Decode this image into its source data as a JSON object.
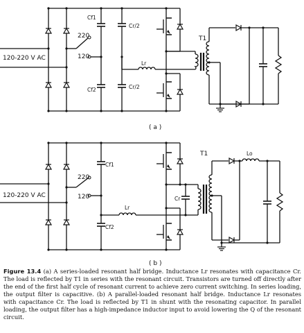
{
  "diagram": {
    "input_label": "120-220 V AC",
    "tap_220": "220",
    "tap_120": "120",
    "cf1": "Cf1",
    "cf2": "Cf2",
    "cr_half": "Cr/2",
    "lr": "Lr",
    "t1": "T1",
    "cr": "Cr",
    "lo": "Lo",
    "sub_a": "( a )",
    "sub_b": "( b )"
  },
  "caption": {
    "fig_label": "Figure 13.4",
    "text": "(a) A series-loaded resonant half bridge. Inductance Lr resonates with capacitance Cr. The load is reflected by T1 in series with the resonant circuit. Transistors are turned off directly after the end of the first half cycle of resonant current to achieve zero current switching. In series loading, the output filter is capacitive. (b) A parallel-loaded resonant half bridge. Inductance Lr resonates with capacitance Cr. The load is reflected by T1 in shunt with the resonating capacitor. In parallel loading, the output filter has a high-impedance inductor input to avoid lowering the Q of the resonant circuit."
  }
}
